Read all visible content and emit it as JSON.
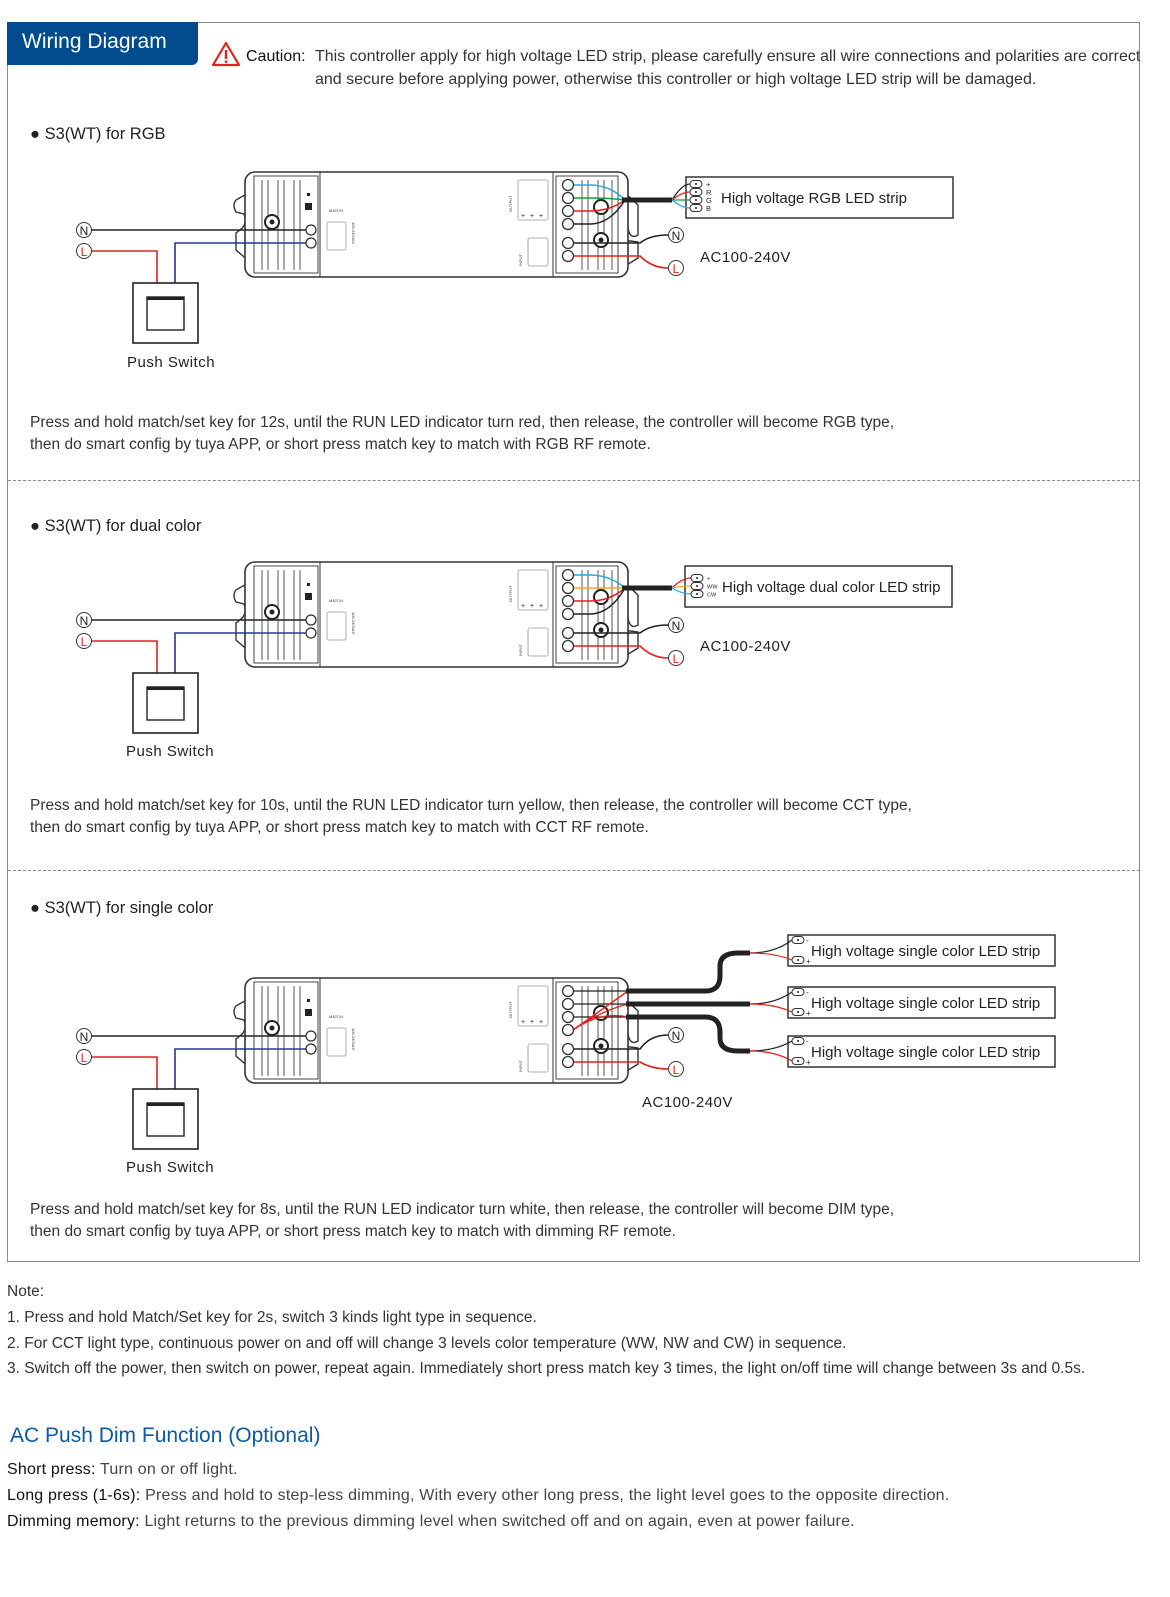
{
  "header": {
    "title": "Wiring Diagram",
    "caution_label": "Caution:",
    "caution_line1": "This controller apply for high voltage LED strip, please carefully ensure all wire connections and polarities are correct",
    "caution_line2": "and secure before applying power, otherwise this controller or high voltage LED strip will be damaged.",
    "caution_icon": "warning-triangle-icon"
  },
  "controller_labels": {
    "match": "MATCH",
    "output": "OUTPUT",
    "input": "INPUT",
    "input_voltage": "100-240VAC",
    "push_switch": "Push Switch"
  },
  "colors": {
    "brand_blue": "#004b8d",
    "wire_red": "#e2231a",
    "wire_blue": "#29a8e0",
    "wire_green": "#1a9b3c",
    "wire_yellow": "#f5a623",
    "wire_navy": "#1f3a9a"
  },
  "sections": [
    {
      "title": "S3(WT) for RGB",
      "n_label": "N",
      "l_label": "L",
      "switch_label": "Push Switch",
      "ac_label": "AC100-240V",
      "strips": [
        {
          "label": "High voltage RGB LED strip",
          "terminals": [
            "+",
            "R",
            "G",
            "B"
          ]
        }
      ],
      "desc_line1": "Press and hold match/set key for 12s, until the RUN LED indicator turn red, then release, the controller will become RGB type,",
      "desc_line2": "then do  smart  config by  tuya  APP,  or  short press match key to match  with RGB  RF  remote."
    },
    {
      "title": "S3(WT) for dual color",
      "n_label": "N",
      "l_label": "L",
      "switch_label": "Push Switch",
      "ac_label": "AC100-240V",
      "strips": [
        {
          "label": "High voltage dual color LED strip",
          "terminals": [
            "+",
            "WW",
            "CW"
          ]
        }
      ],
      "desc_line1": "Press and hold match/set key for 10s, until the RUN LED indicator turn yellow, then release, the controller will become CCT type,",
      "desc_line2": "then do  smart  config by  tuya  APP,  or  short press match key to match  with CCT  RF  remote."
    },
    {
      "title": "S3(WT) for single color",
      "n_label": "N",
      "l_label": "L",
      "switch_label": "Push Switch",
      "ac_label": "AC100-240V",
      "strips": [
        {
          "label": "High voltage single color LED strip",
          "terminals": [
            "-",
            "+"
          ]
        },
        {
          "label": "High voltage single color LED strip",
          "terminals": [
            "-",
            "+"
          ]
        },
        {
          "label": "High voltage single color LED strip",
          "terminals": [
            "-",
            "+"
          ]
        }
      ],
      "desc_line1": "Press and hold match/set key for 8s, until the RUN LED indicator turn white, then release, the controller will become DIM type,",
      "desc_line2": "then do  smart  config by  tuya  APP,  or  short press match key to match with dimming  RF  remote."
    }
  ],
  "notes": {
    "heading": "Note:",
    "items": [
      "1. Press and hold Match/Set key for 2s, switch 3 kinds light type in sequence.",
      "2. For CCT light type, continuous power on and off will change 3 levels color temperature (WW, NW and CW) in sequence.",
      "3. Switch off the power, then switch on power, repeat again. Immediately short press match key 3 times, the light on/off time will change between 3s and 0.5s."
    ]
  },
  "ac_push": {
    "title": "AC Push Dim Function (Optional)",
    "items": [
      {
        "term": "Short press:",
        "text": " Turn on or off light."
      },
      {
        "term": "Long press (1-6s):",
        "text": " Press and hold to step-less dimming, With every other long press, the light level goes to the opposite direction."
      },
      {
        "term": "Dimming memory:",
        "text": " Light returns to the previous dimming level when switched off and on again, even at power failure."
      }
    ]
  }
}
